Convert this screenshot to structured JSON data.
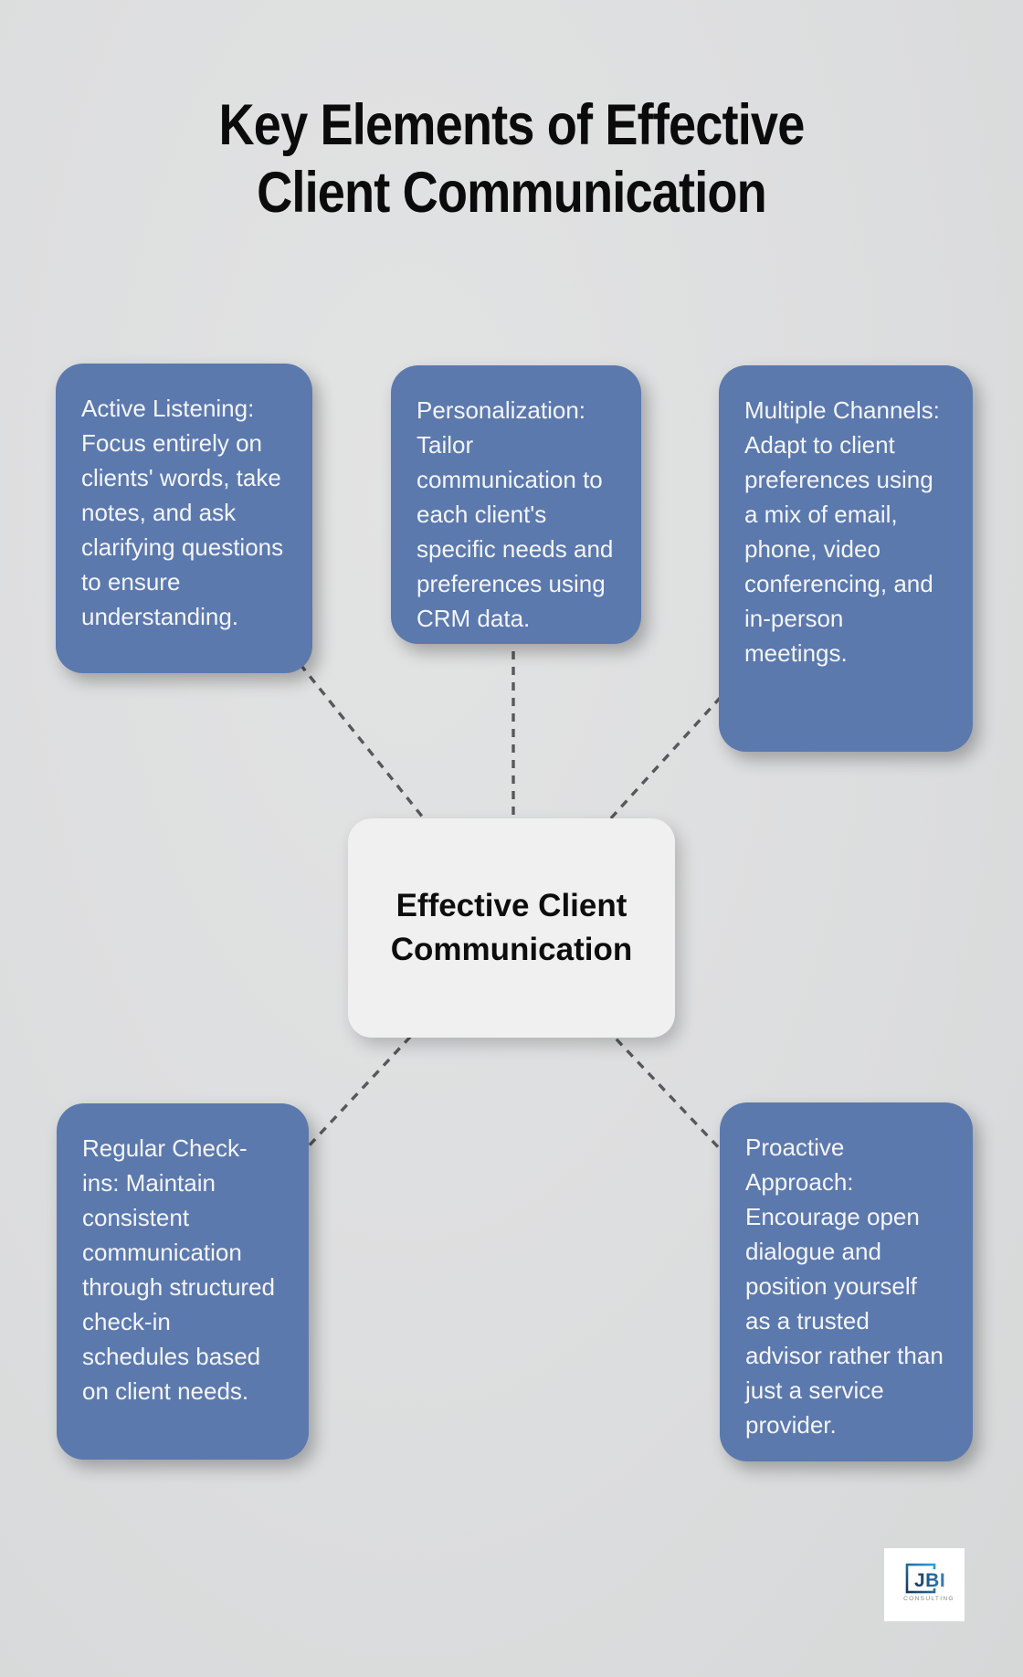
{
  "title": {
    "full": "Key Elements of Effective Client Communication",
    "lines": [
      "Key Elements of Effective",
      "Client Communication"
    ]
  },
  "center_node": {
    "label": "Effective Client Communication"
  },
  "nodes": [
    {
      "id": "active-listening",
      "text": "Active Listening: Focus entirely on clients' words, take notes, and ask clarifying questions to ensure understanding."
    },
    {
      "id": "personalization",
      "text": "Personalization: Tailor communication to each client's specific needs and preferences using CRM data."
    },
    {
      "id": "multiple-channels",
      "text": "Multiple Channels: Adapt to client preferences using a mix of email, phone, video conferencing, and in-person meetings."
    },
    {
      "id": "regular-check-ins",
      "text": "Regular Check-ins: Maintain consistent communication through structured check-in schedules based on client needs."
    },
    {
      "id": "proactive-approach",
      "text": "Proactive Approach: Encourage open dialogue and position yourself as a trusted advisor rather than just a service provider."
    }
  ],
  "logo": {
    "name": "JBI",
    "subtitle": "CONSULTING"
  },
  "colors": {
    "background": "#dcdddd",
    "node_fill": "#5c79ae",
    "node_text": "#f3f5f9",
    "center_fill": "#f0f0f1",
    "center_text": "#0d0d0d",
    "title_text": "#0b0b0b",
    "connector": "#57585a",
    "logo_blue_dark": "#16365c",
    "logo_blue_light": "#2ba3dc",
    "logo_subtitle_gray": "#85888c"
  }
}
